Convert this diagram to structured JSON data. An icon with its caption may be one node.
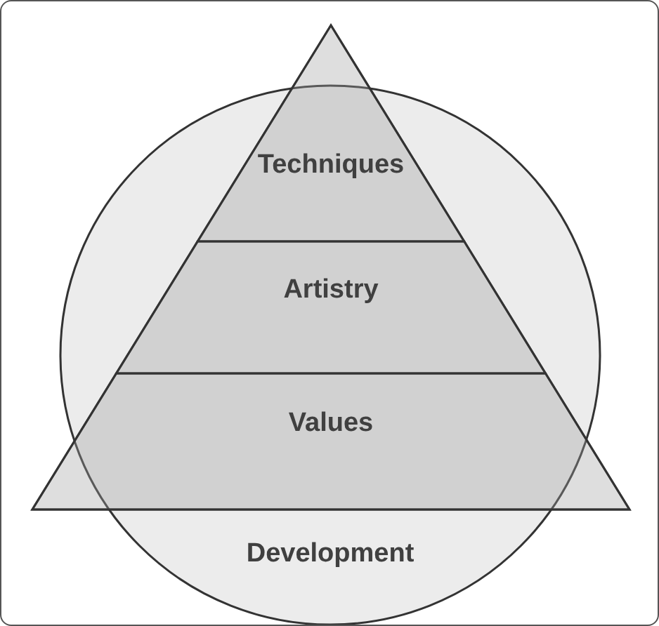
{
  "diagram": {
    "nodes": [
      {
        "text": [
          "Development"
        ]
      },
      {
        "text": [],
        "shape": "triangle"
      },
      {
        "text": [
          "Techniques"
        ],
        "in": 1
      },
      {
        "text": [
          "Artistry"
        ]
      },
      {
        "text": [
          "Values"
        ],
        "in": 1
      }
    ]
  }
}
